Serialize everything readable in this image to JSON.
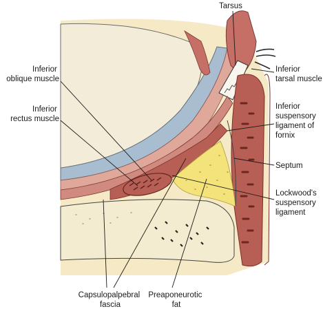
{
  "labels": {
    "tarsus": "Tarsus",
    "inferior_oblique_muscle": [
      "Inferior",
      "oblique muscle"
    ],
    "inferior_rectus_muscle": [
      "Inferior",
      "rectus muscle"
    ],
    "inferior_tarsal_muscle": [
      "Inferior",
      "tarsal muscle"
    ],
    "inferior_suspensory_ligament_of_fornix": [
      "Inferior",
      "suspensory",
      "ligament of",
      "fornix"
    ],
    "septum": "Septum",
    "lockwoods_suspensory_ligament": [
      "Lockwood's",
      "suspensory",
      "ligament"
    ],
    "capsulopalpebral_fascia": [
      "Capsulopalpebral",
      "fascia"
    ],
    "preaponeurotic_fat": [
      "Preaponeurotic",
      "fat"
    ]
  },
  "colors": {
    "skin": "#f6e9c6",
    "globe": "#f3ecd9",
    "sclera_band": "#a9bdd0",
    "muscle": "#c56f66",
    "muscle_dark": "#8c3b35",
    "fat": "#f4e27a",
    "bone": "#f3ecd0",
    "conjunctiva": "#d99a8e"
  }
}
